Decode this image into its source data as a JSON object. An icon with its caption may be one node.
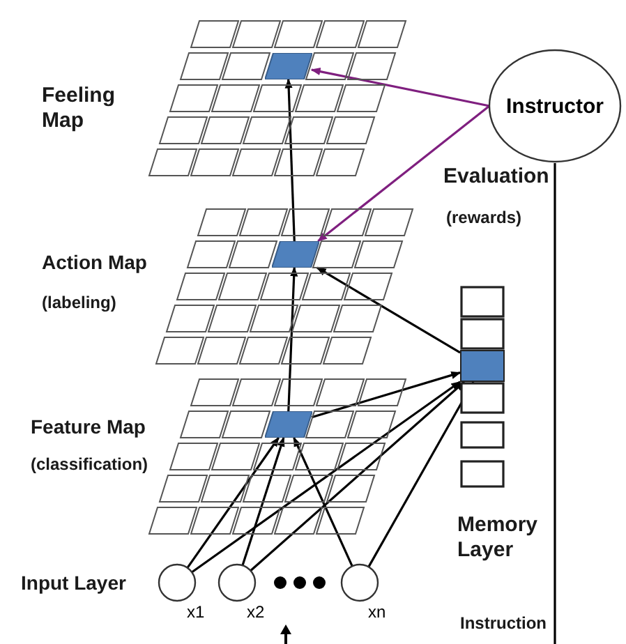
{
  "diagram": {
    "nodes": [
      {
        "text": [
          "Instructor"
        ]
      },
      {
        "text": [
          "Feeling Map"
        ]
      },
      {
        "text": [],
        "shape": "box",
        "in": 1
      },
      {
        "text": [
          "Action Map",
          "(labeling)"
        ]
      },
      {
        "text": [],
        "shape": "box",
        "in": 3
      },
      {
        "text": [
          "Feature Map",
          "(classification)"
        ]
      },
      {
        "text": [],
        "shape": "box",
        "in": 5
      },
      {
        "text": [
          "Memory Layer"
        ]
      },
      {
        "text": [],
        "shape": "box",
        "in": 7
      },
      {
        "text": [],
        "shape": "circle",
        "beside": [
          "x1"
        ]
      },
      {
        "text": [],
        "shape": "circle",
        "beside": [
          "x2"
        ]
      },
      {
        "text": [],
        "shape": "circle",
        "beside": [
          "xn"
        ]
      }
    ],
    "edges": [
      {
        "from": 0,
        "to": 2,
        "arrow": "to",
        "color": "#7f1f7f"
      },
      {
        "from": 0,
        "to": 4,
        "arrow": "to",
        "color": "#7f1f7f"
      },
      {
        "from": 4,
        "to": 2,
        "arrow": "to"
      },
      {
        "from": 6,
        "to": 4,
        "arrow": "to"
      },
      {
        "from": 8,
        "to": 4,
        "arrow": "to"
      },
      {
        "from": 6,
        "to": 8,
        "arrow": "to"
      },
      {
        "from": 9,
        "to": 8,
        "arrow": "to"
      },
      {
        "from": 10,
        "to": 8,
        "arrow": "to"
      },
      {
        "from": 11,
        "to": 8,
        "arrow": "to"
      },
      {
        "from": 9,
        "to": 6,
        "arrow": "to"
      },
      {
        "from": 10,
        "to": 6,
        "arrow": "to"
      },
      {
        "from": 11,
        "to": 6,
        "arrow": "to"
      },
      {
        "from": 0,
        "to": null,
        "arrow": "none"
      }
    ],
    "labels": [
      "Evaluation",
      "(rewards)",
      "Input Layer",
      "Instruction"
    ]
  }
}
